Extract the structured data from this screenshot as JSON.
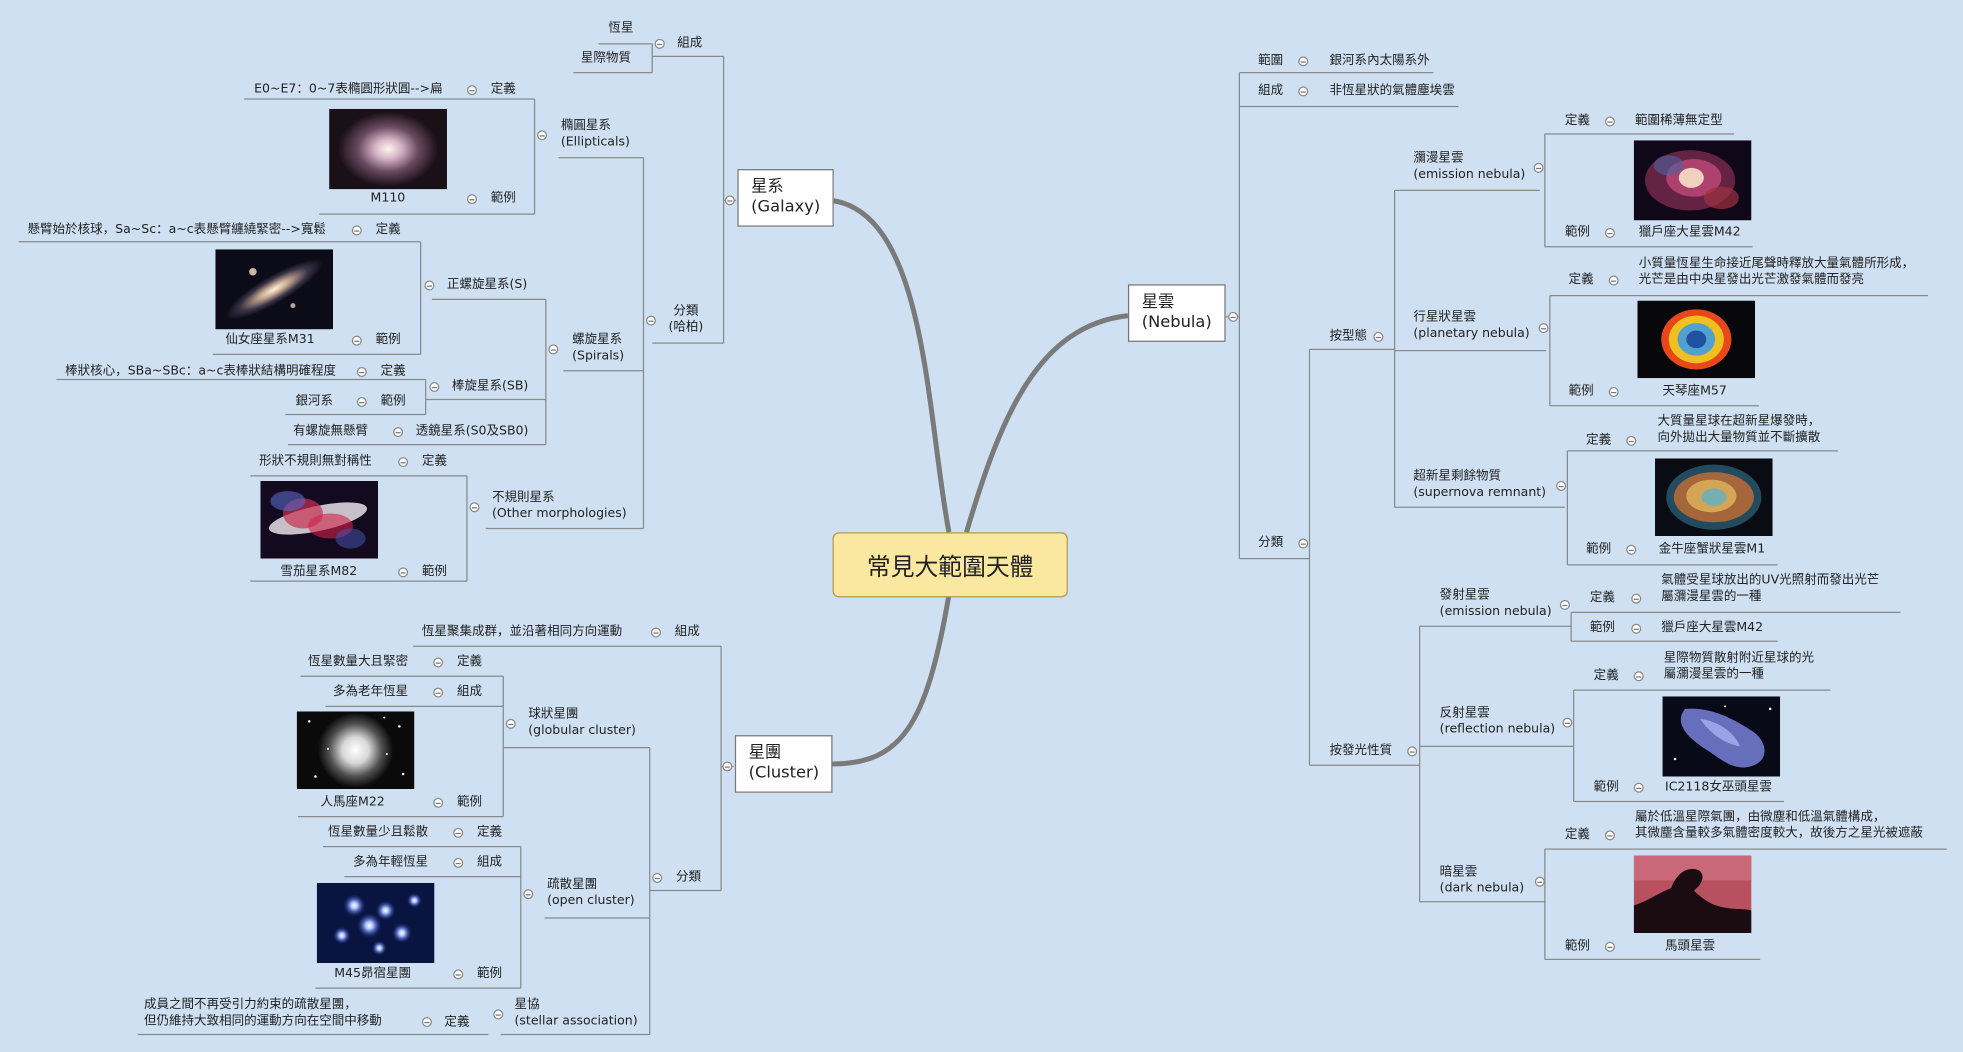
{
  "center": "常見大範圍天體",
  "galaxy": {
    "title": "星系\n(Galaxy)",
    "composition": {
      "label": "組成",
      "items": [
        "恆星",
        "星際物質"
      ]
    },
    "classification": {
      "label": "分類\n(哈柏)",
      "elliptical": {
        "label": "橢圓星系\n(Ellipticals)",
        "def_label": "定義",
        "def": "E0~E7：0~7表橢圓形狀圓-->扁",
        "ex_label": "範例",
        "ex": "M110"
      },
      "spiral": {
        "label": "螺旋星系\n(Spirals)",
        "normal": {
          "label": "正螺旋星系(S)",
          "def_label": "定義",
          "def": "懸臂始於核球，Sa~Sc：a~c表懸臂纏繞緊密-->寬鬆",
          "ex_label": "範例",
          "ex": "仙女座星系M31"
        },
        "barred": {
          "label": "棒旋星系(SB)",
          "def_label": "定義",
          "def": "棒狀核心，SBa~SBc：a~c表棒狀結構明確程度",
          "ex_label": "範例",
          "ex": "銀河系"
        },
        "lens": {
          "label": "透鏡星系(S0及SB0)",
          "def": "有螺旋無懸臂"
        }
      },
      "irregular": {
        "label": "不規則星系\n(Other morphologies)",
        "def_label": "定義",
        "def": "形狀不規則無對稱性",
        "ex_label": "範例",
        "ex": "雪茄星系M82"
      }
    }
  },
  "cluster": {
    "title": "星團\n(Cluster)",
    "composition": {
      "label": "組成",
      "text": "恆星聚集成群，並沿著相同方向運動"
    },
    "classification": {
      "label": "分類",
      "globular": {
        "label": "球狀星團\n(globular cluster)",
        "def_label": "定義",
        "def": "恆星數量大且緊密",
        "comp_label": "組成",
        "comp": "多為老年恆星",
        "ex_label": "範例",
        "ex": "人馬座M22"
      },
      "open": {
        "label": "疏散星團\n(open cluster)",
        "def_label": "定義",
        "def": "恆星數量少且鬆散",
        "comp_label": "組成",
        "comp": "多為年輕恆星",
        "ex_label": "範例",
        "ex": "M45昴宿星團"
      },
      "association": {
        "label": "星協\n(stellar association)",
        "def_label": "定義",
        "def": "成員之間不再受引力約束的疏散星團，\n但仍維持大致相同的運動方向在空間中移動"
      }
    }
  },
  "nebula": {
    "title": "星雲\n(Nebula)",
    "range": {
      "label": "範圍",
      "text": "銀河系內太陽系外"
    },
    "composition": {
      "label": "組成",
      "text": "非恆星狀的氣體塵埃雲"
    },
    "classification": {
      "label": "分類",
      "by_type": {
        "label": "按型態",
        "emission": {
          "label": "瀰漫星雲\n(emission nebula)",
          "def_label": "定義",
          "def": "範圍稀薄無定型",
          "ex_label": "範例",
          "ex": "獵戶座大星雲M42"
        },
        "planetary": {
          "label": "行星狀星雲\n(planetary nebula)",
          "def_label": "定義",
          "def": "小質量恆星生命接近尾聲時釋放大量氣體所形成，\n光芒是由中央星發出光芒激發氣體而發亮",
          "ex_label": "範例",
          "ex": "天琴座M57"
        },
        "snr": {
          "label": "超新星剩餘物質\n(supernova remnant)",
          "def_label": "定義",
          "def": "大質量星球在超新星爆發時，\n向外拋出大量物質並不斷擴散",
          "ex_label": "範例",
          "ex": "金牛座蟹狀星雲M1"
        }
      },
      "by_light": {
        "label": "按發光性質",
        "emission": {
          "label": "發射星雲\n(emission nebula)",
          "def_label": "定義",
          "def": "氣體受星球放出的UV光照射而發出光芒\n屬瀰漫星雲的一種",
          "ex_label": "範例",
          "ex": "獵戶座大星雲M42"
        },
        "reflection": {
          "label": "反射星雲\n(reflection nebula)",
          "def_label": "定義",
          "def": "星際物質散射附近星球的光\n屬瀰漫星雲的一種",
          "ex_label": "範例",
          "ex": "IC2118女巫頭星雲"
        },
        "dark": {
          "label": "暗星雲\n(dark nebula)",
          "def_label": "定義",
          "def": "屬於低溫星際氣團，由微塵和低溫氣體構成，\n其微塵含量較多氣體密度較大，故後方之星光被遮蔽",
          "ex_label": "範例",
          "ex": "馬頭星雲"
        }
      }
    }
  },
  "colors": {
    "background": "#cfe0f2",
    "center_fill": "#fbe8a0",
    "line": "#7a7a7a",
    "thin_line": "#8a8a8a"
  }
}
